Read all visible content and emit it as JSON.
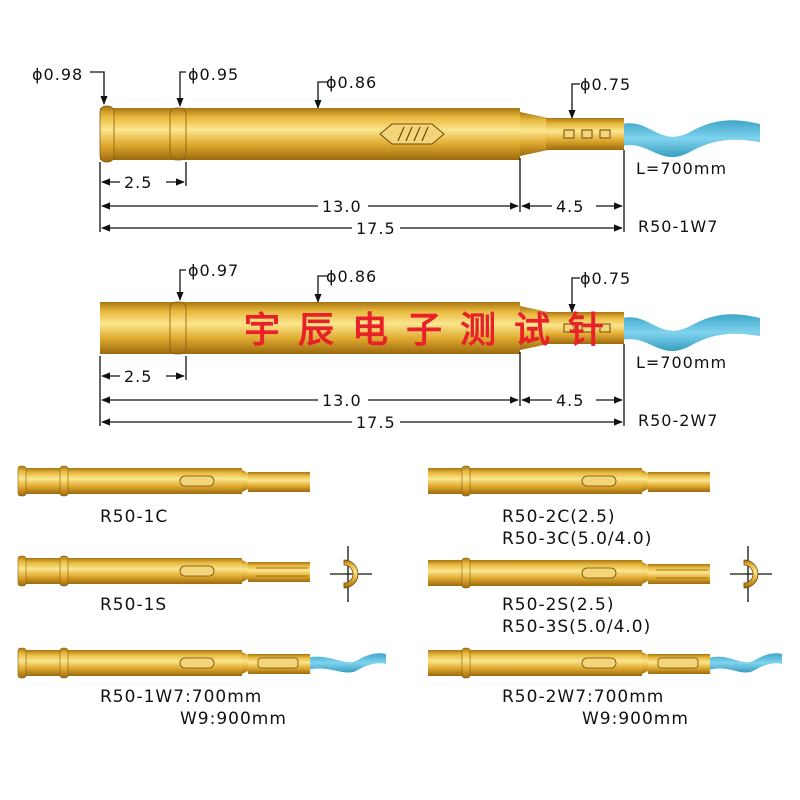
{
  "drawing1": {
    "dia_a": "ϕ0.98",
    "dia_b": "ϕ0.95",
    "dia_c": "ϕ0.86",
    "dia_d": "ϕ0.75",
    "dim_short": "2.5",
    "dim_main": "13.0",
    "dim_tip": "4.5",
    "dim_total": "17.5",
    "length": "L=700mm",
    "model": "R50-1W7"
  },
  "drawing2": {
    "dia_b": "ϕ0.97",
    "dia_c": "ϕ0.86",
    "dia_d": "ϕ0.75",
    "dim_short": "2.5",
    "dim_main": "13.0",
    "dim_tip": "4.5",
    "dim_total": "17.5",
    "length": "L=700mm",
    "model": "R50-2W7"
  },
  "watermark": "宇辰电子测试针",
  "variants": {
    "r50_1c": "R50-1C",
    "r50_2c": "R50-2C(2.5)",
    "r50_3c": "R50-3C(5.0/4.0)",
    "r50_1s": "R50-1S",
    "r50_2s": "R50-2S(2.5)",
    "r50_3s": "R50-3S(5.0/4.0)",
    "r50_1w_a": "R50-1W7:700mm",
    "r50_1w_b": "W9:900mm",
    "r50_2w_a": "R50-2W7:700mm",
    "r50_2w_b": "W9:900mm"
  },
  "colors": {
    "brass": "#d9a62c",
    "brass_light": "#f6dc7a",
    "wire": "#5bc0de",
    "watermark": "#e8202a"
  }
}
